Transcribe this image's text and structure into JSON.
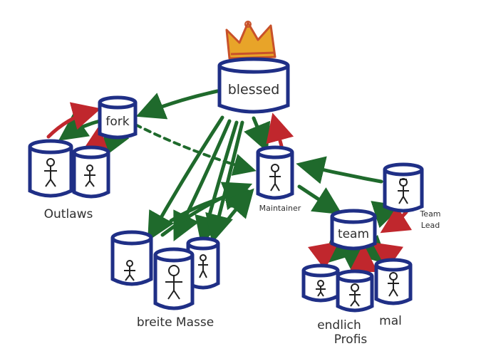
{
  "nodes": {
    "blessed": "blessed",
    "fork": "fork",
    "team": "team"
  },
  "labels": {
    "outlaws": "Outlaws",
    "breite_masse": "breite Masse",
    "maintainer": "Maintainer",
    "team_lead_line1": "Team",
    "team_lead_line2": "Lead",
    "profis_line1a": "endlich",
    "profis_line1b": "mal",
    "profis_line2": "Profis"
  },
  "colors": {
    "drum_stroke": "#1f2f86",
    "green_arrow": "#1f6a2c",
    "red_arrow": "#c0272d",
    "crown_fill": "#e8a429",
    "crown_stroke": "#c8512a",
    "ink": "#2f2f2f"
  }
}
